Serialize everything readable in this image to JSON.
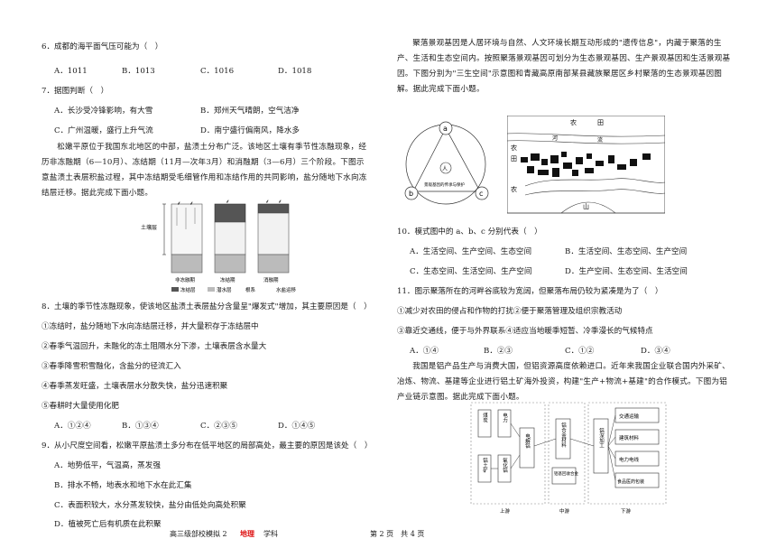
{
  "q6": {
    "stem": "6．成都的海平面气压可能为（　）",
    "A": "A．1011",
    "B": "B．1013",
    "C": "C．1016",
    "D": "D．1018"
  },
  "q7": {
    "stem": "7．据图判断（　）",
    "A": "A．长沙受冷锋影响，有大雪",
    "B": "B．郑州天气晴朗，空气洁净",
    "C": "C．广州温暖，盛行上升气流",
    "D": "D．南宁盛行偏南风，降水多"
  },
  "passage1": "松嫩平原位于我国东北地区的中部，盐渍土分布广泛。该地区土壤有季节性冻融现象，经历非冻融期（6—10月）、冻结期（11月—次年3月）和消融期（3—6月）三个阶段。下图示意盐渍土表层积盐过程，其中冻结期受毛细管作用和冻结作用的共同影响，盐分随地下水向冻结层迁移。据此完成下面小题。",
  "soil_fig": {
    "left_label": "土壤层",
    "col_labels": [
      "非冻融期",
      "冻结期",
      "消融期"
    ],
    "legend": [
      "冻结层",
      "潜水层",
      "根系",
      "水盐运移"
    ]
  },
  "q8": {
    "stem": "8．土壤的季节性冻融现象，使该地区盐渍土表层盐分含量呈\"爆发式\"增加，其主要原因是（　）",
    "items": [
      "①冻结时，盐分随地下水向冻结层迁移，并大量积存于冻结层中",
      "②春季气温回升，未融化的冻土阻隔水分下渗，土壤表层含水量大",
      "③春季降雪积雪融化，含盐分的径流汇入",
      "④春季蒸发旺盛，土壤表层水分散失快，盐分迅速积聚",
      "⑤春耕时大量使用化肥"
    ],
    "A": "A．①②④",
    "B": "B．①③④",
    "C": "C．②③⑤",
    "D": "D．①④⑤"
  },
  "q9": {
    "stem": "9．从小尺度空间看，松嫩平原盐渍土多分布在低平地区的局部高处，最主要的原因是该处（　）",
    "A": "A．地势低平，气温高，蒸发强",
    "B": "B．排水不畅，地表水和地下水在此汇集",
    "C": "C．表面积较大，水分蒸发较快，盐分由低处向高处积聚",
    "D": "D．植被死亡后有机质在此积聚"
  },
  "passage2": "聚落景观基因是人居环境与自然、人文环境长期互动形成的\"遗传信息\"，内藏于聚落的生产、生活和生态空间内。按照聚落景观基因可划分为生态景观基因、生产景观基因和生活景观基因。下图分别为\"三生空间\"示意图和青藏高原南部某县藏族聚居区乡村聚落的生态景观基因图解。据此完成下面小题。",
  "triangle_fig": {
    "a": "a",
    "b": "b",
    "c": "c",
    "center": "人",
    "inner_text": "景观基因的传承与保护"
  },
  "map_fig": {
    "labels": [
      "农",
      "田",
      "河",
      "流",
      "农",
      "田",
      "农",
      "山"
    ]
  },
  "q10": {
    "stem": "10．模式图中的 a、b、c 分别代表（　）",
    "A": "A．生活空间、生产空间、生态空间",
    "B": "B．生活空间、生态空间、生产空间",
    "C": "C．生态空间、生活空间、生产空间",
    "D": "D．生产空间、生态空间、生活空间"
  },
  "q11": {
    "stem": "11．图示聚落所在的河畔谷底较为宽阔，但聚落布局仍较为紧凑是为了（　）",
    "line1": "①减少对农田的侵占和作物的打扰②便于聚落管理及组织宗教活动",
    "line2": "③靠近交通线，便于与外界联系④适应当地暖季短暂、冷季漫长的气候特点",
    "A": "A．①④",
    "B": "B．②③",
    "C": "C．①②",
    "D": "D．③④"
  },
  "passage3": "我国是铝产品生产与消费大国，但铝资源高度依赖进口。近年来我国企业联合国内外采矿、冶炼、物流、基建等企业进行铝土矿海外投资，构建\"生产+物流+基建\"的合作模式。下图为铝产业链示意图。据此完成下面小题。",
  "chain_fig": {
    "upstream": [
      "煤炭",
      "电力",
      "铝土矿",
      "氧化铝",
      "电解铝"
    ],
    "middle": [
      "铝合金材料",
      "铝基回收合金"
    ],
    "downstream_main": "铝深加工",
    "downstream": [
      "交通运输",
      "建筑材料",
      "电力电线",
      "食品医药包装"
    ],
    "stage_labels": [
      "上游",
      "中游",
      "下游"
    ]
  },
  "footer": {
    "school": "高三级部校模拟 2",
    "subject": "地理",
    "suffix": "学科",
    "page": "第 2 页　共 4 页"
  }
}
